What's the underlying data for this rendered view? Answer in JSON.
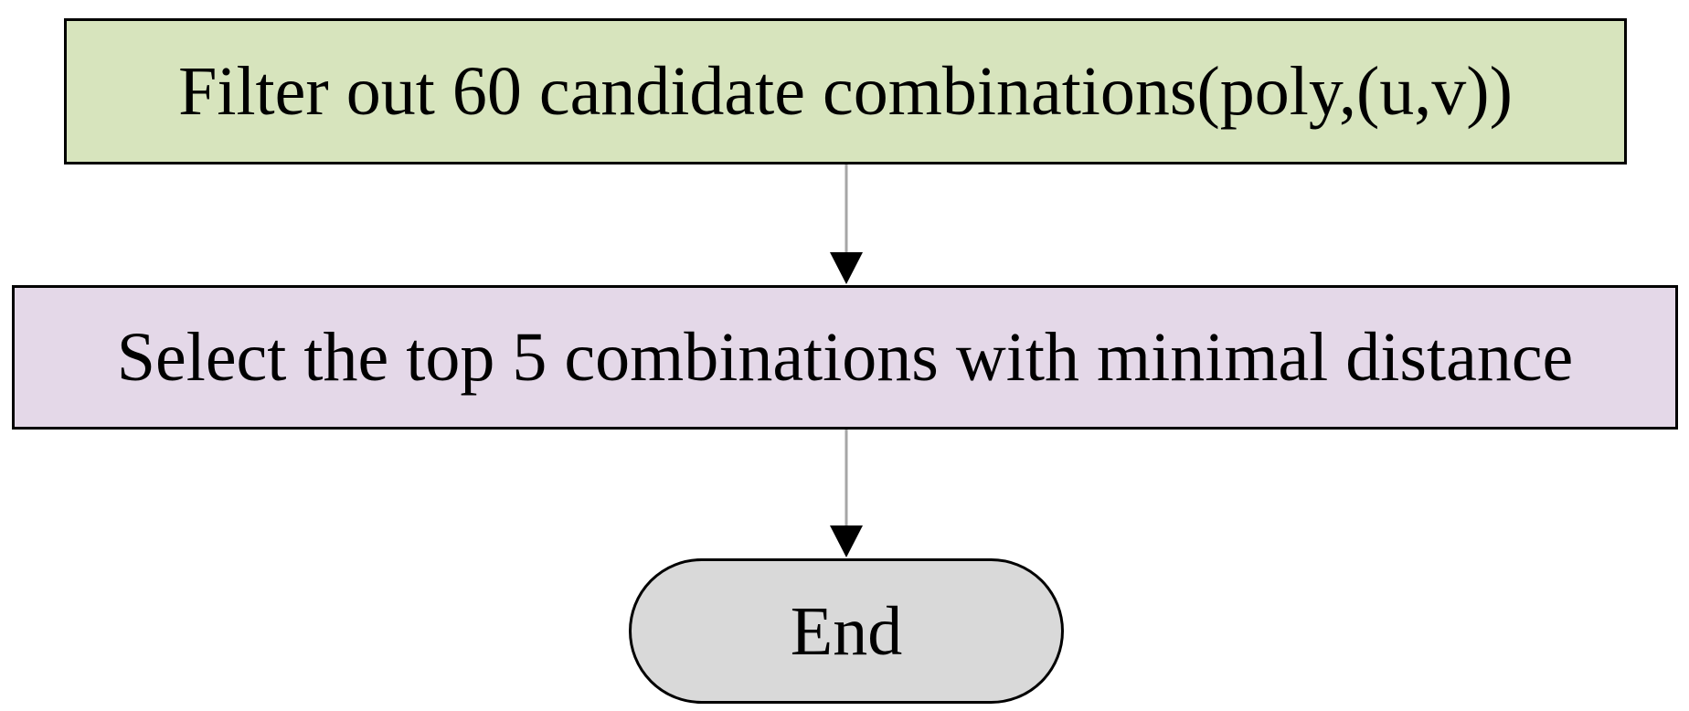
{
  "nodes": {
    "step1": {
      "label": "Filter out 60 candidate combinations(poly,(u,v))",
      "fill": "#d7e4bd"
    },
    "step2": {
      "label": "Select the top 5 combinations with minimal distance",
      "fill": "#e4d8e8"
    },
    "end": {
      "label": "End",
      "fill": "#d9d9d9"
    }
  },
  "edges": [
    {
      "from": "step1",
      "to": "step2"
    },
    {
      "from": "step2",
      "to": "end"
    }
  ],
  "colors": {
    "connector_line": "#a6a6a6",
    "arrowhead": "#000000",
    "border": "#000000"
  }
}
